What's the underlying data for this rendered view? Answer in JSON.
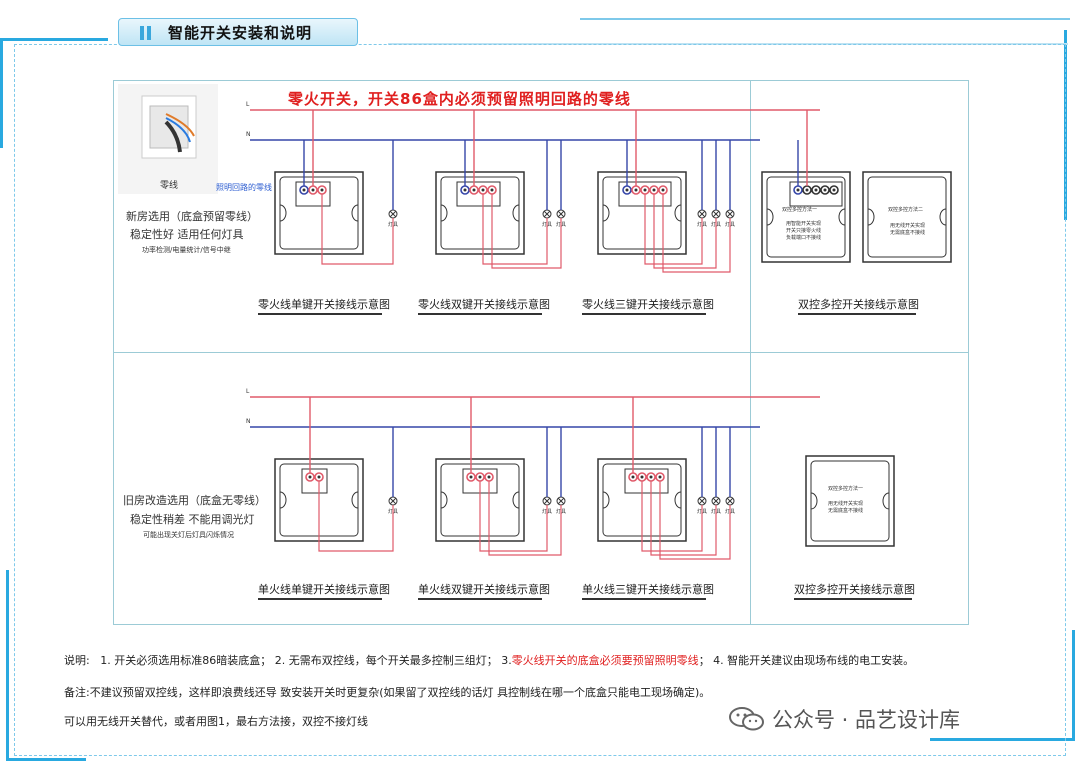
{
  "header": {
    "title": "智能开关安装和说明"
  },
  "banner": "零火开关，开关86盒内必须预留照明回路的零线",
  "wire_labels": {
    "live": "L",
    "neutral": "N"
  },
  "photo_caption": "零线",
  "neutral_tag": "照明回路的零线",
  "lamp_label": "灯具",
  "row1": {
    "side": [
      "新房选用（底盒预留零线）",
      "稳定性好  适用任何灯具",
      "功率检测/电量统计/信号中继"
    ],
    "captions": [
      "零火线单键开关接线示意图",
      "零火线双键开关接线示意图",
      "零火线三键开关接线示意图",
      "双控多控开关接线示意图"
    ],
    "dual1": [
      "双控多控方法一",
      "用智能开关实现",
      "开关只接零火线",
      "负载端口不接线"
    ],
    "dual2": [
      "双控多控方法二",
      "用无线开关实现",
      "无需底盒不接线"
    ]
  },
  "row2": {
    "side": [
      "旧房改造选用（底盒无零线）",
      "稳定性稍差  不能用调光灯",
      "可能出现关灯后灯具闪烁情况"
    ],
    "captions": [
      "单火线单键开关接线示意图",
      "单火线双键开关接线示意图",
      "单火线三键开关接线示意图",
      "双控多控开关接线示意图"
    ],
    "dual": [
      "双控多控方法一",
      "用无线开关实现",
      "无需底盒不接线"
    ]
  },
  "notes": {
    "line1_label": "说明:",
    "line1_a": "1. 开关必须选用标准86暗装底盒；  2. 无需布双控线，每个开关最多控制三组灯；  3.",
    "line1_red": "零火线开关的底盒必须要预留照明零线",
    "line1_b": "；  4. 智能开关建议由现场布线的电工安装。",
    "line2": "备注:不建议预留双控线，这样即浪费线还导  致安装开关时更复杂(如果留了双控线的话灯  具控制线在哪一个底盒只能电工现场确定)。",
    "line3": "可以用无线开关替代，或者用图1，最右方法接，双控不接灯线"
  },
  "watermark": "公众号 · 品艺设计库",
  "colors": {
    "accent": "#29a9e0",
    "live_wire": "#e05a6a",
    "neutral_wire": "#3546a8",
    "banner": "#e02020"
  }
}
